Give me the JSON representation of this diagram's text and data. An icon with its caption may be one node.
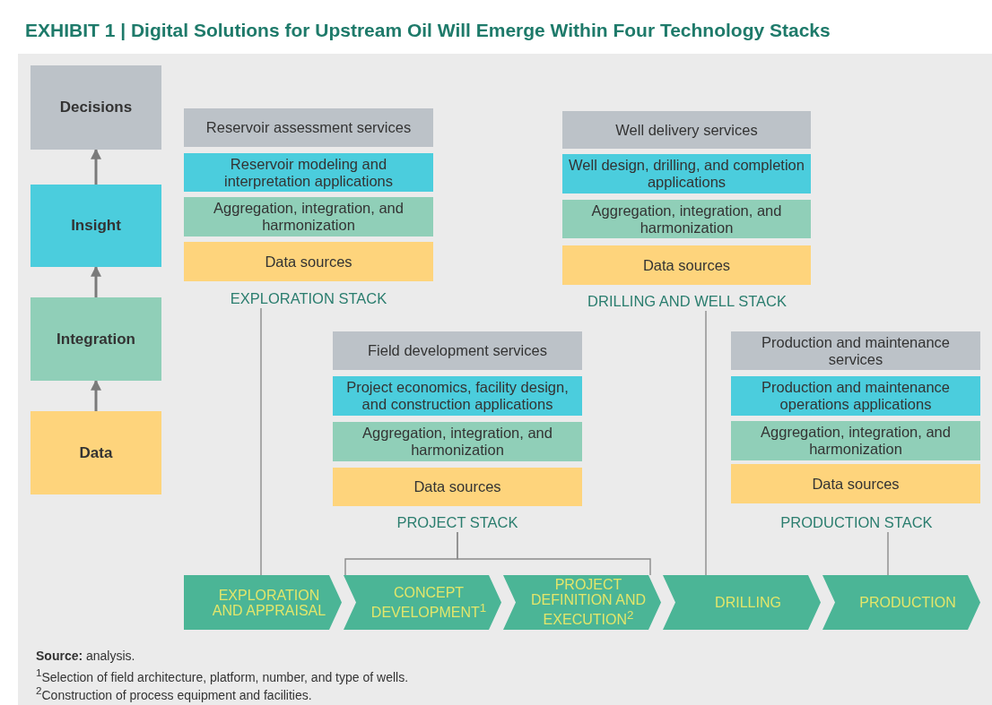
{
  "diagram": {
    "title": "EXHIBIT 1 | Digital Solutions for Upstream Oil Will Emerge Within Four Technology Stacks",
    "nodes": [
      {
        "text": [
          "Decisions"
        ]
      },
      {
        "text": [
          "Insight"
        ]
      },
      {
        "text": [
          "Integration"
        ]
      },
      {
        "text": [
          "Data"
        ]
      },
      {
        "text": [
          "Reservoir assessment services"
        ]
      },
      {
        "text": [
          "Reservoir modeling and interpretation applications"
        ]
      },
      {
        "text": [
          "Aggregation, integration, and harmonization"
        ]
      },
      {
        "text": [
          "Data sources"
        ]
      },
      {
        "text": [
          "EXPLORATION STACK"
        ]
      },
      {
        "text": [
          "Well delivery services"
        ]
      },
      {
        "text": [
          "Well design, drilling, and completion applications"
        ]
      },
      {
        "text": [
          "Aggregation, integration, and harmonization"
        ]
      },
      {
        "text": [
          "Data sources"
        ]
      },
      {
        "text": [
          "DRILLING AND WELL STACK"
        ]
      },
      {
        "text": [
          "Field development services"
        ]
      },
      {
        "text": [
          "Project economics, facility design, and construction applications"
        ]
      },
      {
        "text": [
          "Aggregation, integration, and harmonization"
        ]
      },
      {
        "text": [
          "Data sources"
        ]
      },
      {
        "text": [
          "PROJECT STACK"
        ]
      },
      {
        "text": [
          "Production and maintenance services"
        ]
      },
      {
        "text": [
          "Production and maintenance operations applications"
        ]
      },
      {
        "text": [
          "Aggregation, integration, and harmonization"
        ]
      },
      {
        "text": [
          "Data sources"
        ]
      },
      {
        "text": [
          "PRODUCTION STACK"
        ]
      },
      {
        "text": [
          "EXPLORATION AND APPRAISAL"
        ]
      },
      {
        "text": [
          "CONCEPT DEVELOPMENT$^{1}$"
        ]
      },
      {
        "text": [
          "PROJECT DEFINITION AND EXECUTION$^{2}$"
        ]
      },
      {
        "text": [
          "DRILLING"
        ]
      },
      {
        "text": [
          "PRODUCTION"
        ]
      }
    ],
    "edges": [
      {
        "from": 3,
        "to": 2,
        "arrow": "to"
      },
      {
        "from": 2,
        "to": 1,
        "arrow": "to"
      },
      {
        "from": 1,
        "to": 0,
        "arrow": "to"
      },
      {
        "from": 8,
        "to": 24,
        "arrow": "none"
      },
      {
        "from": 18,
        "to": 25,
        "arrow": "none"
      },
      {
        "from": 18,
        "to": 26,
        "arrow": "none"
      },
      {
        "from": 13,
        "to": 27,
        "arrow": "none"
      },
      {
        "from": 23,
        "to": 28,
        "arrow": "none"
      }
    ],
    "labels": [
      "**Source:** analysis.",
      "$^{1}$Selection of field architecture, platform, number, and type of wells.",
      "$^{2}$Construction of process equipment and facilities."
    ]
  }
}
